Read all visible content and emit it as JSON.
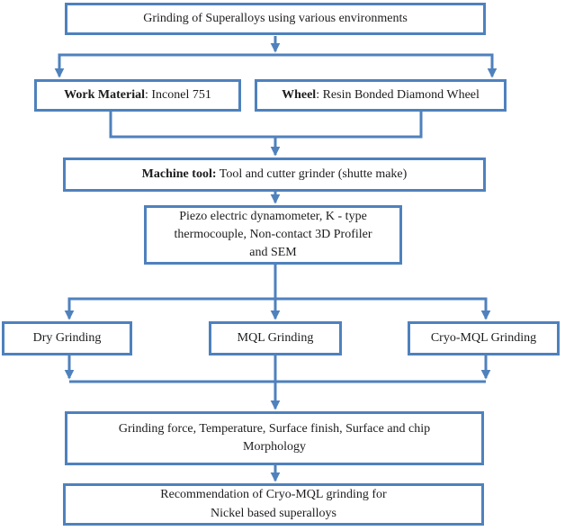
{
  "colors": {
    "accent": "#4f81bd",
    "text": "#1c1c1c",
    "background": "#ffffff"
  },
  "flowchart": {
    "title": "Grinding of Superalloys using various environments",
    "work_material": {
      "label_bold": "Work Material",
      "label_rest": ": Inconel 751"
    },
    "wheel": {
      "label_bold": "Wheel",
      "label_rest": ": Resin Bonded Diamond Wheel"
    },
    "machine_tool": {
      "label_bold": "Machine tool:",
      "label_rest": " Tool and cutter grinder (shutte make)"
    },
    "instrumentation": {
      "lines": [
        "Piezo electric dynamometer, K - type",
        "thermocouple, Non-contact 3D Profiler",
        "and SEM"
      ]
    },
    "environments": [
      "Dry Grinding",
      "MQL Grinding",
      "Cryo-MQL Grinding"
    ],
    "outputs": {
      "lines": [
        "Grinding force, Temperature, Surface finish, Surface and chip",
        "Morphology"
      ]
    },
    "recommendation": {
      "lines": [
        "Recommendation of Cryo-MQL grinding for",
        "Nickel based superalloys"
      ]
    }
  }
}
